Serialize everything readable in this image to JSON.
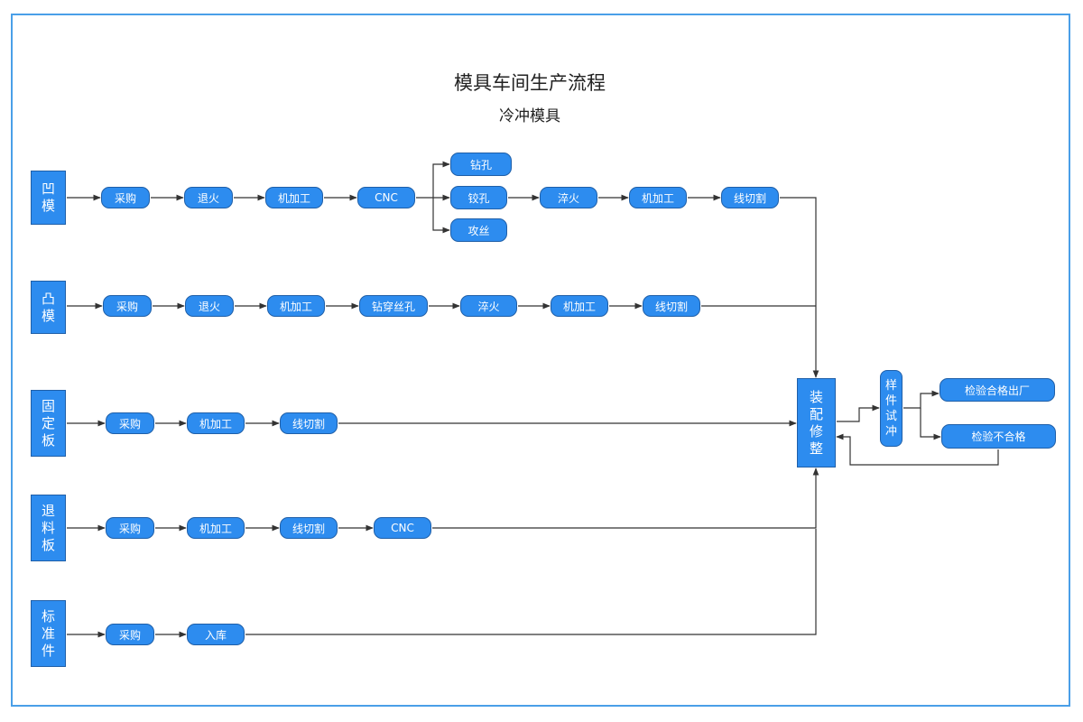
{
  "title": "模具车间生产流程",
  "subtitle": "冷冲模具",
  "rows": {
    "die": "凹模",
    "punch": "凸模",
    "fixed_plate": "固定板",
    "stripper": "退料板",
    "standard": "标准件"
  },
  "nodes": {
    "die": [
      "采购",
      "退火",
      "机加工",
      "CNC",
      "钻孔",
      "铰孔",
      "攻丝",
      "淬火",
      "机加工",
      "线切割"
    ],
    "punch": [
      "采购",
      "退火",
      "机加工",
      "钻穿丝孔",
      "淬火",
      "机加工",
      "线切割"
    ],
    "fixed_plate": [
      "采购",
      "机加工",
      "线切割"
    ],
    "stripper": [
      "采购",
      "机加工",
      "线切割",
      "CNC"
    ],
    "standard": [
      "采购",
      "入库"
    ]
  },
  "assembly": "装配修整",
  "trial": "样件试冲",
  "pass": "检验合格出厂",
  "fail": "检验不合格",
  "colors": {
    "node_fill": "#2d8cef",
    "node_stroke": "#1f5fa8",
    "line": "#333333",
    "frame": "#4a9fe8"
  }
}
